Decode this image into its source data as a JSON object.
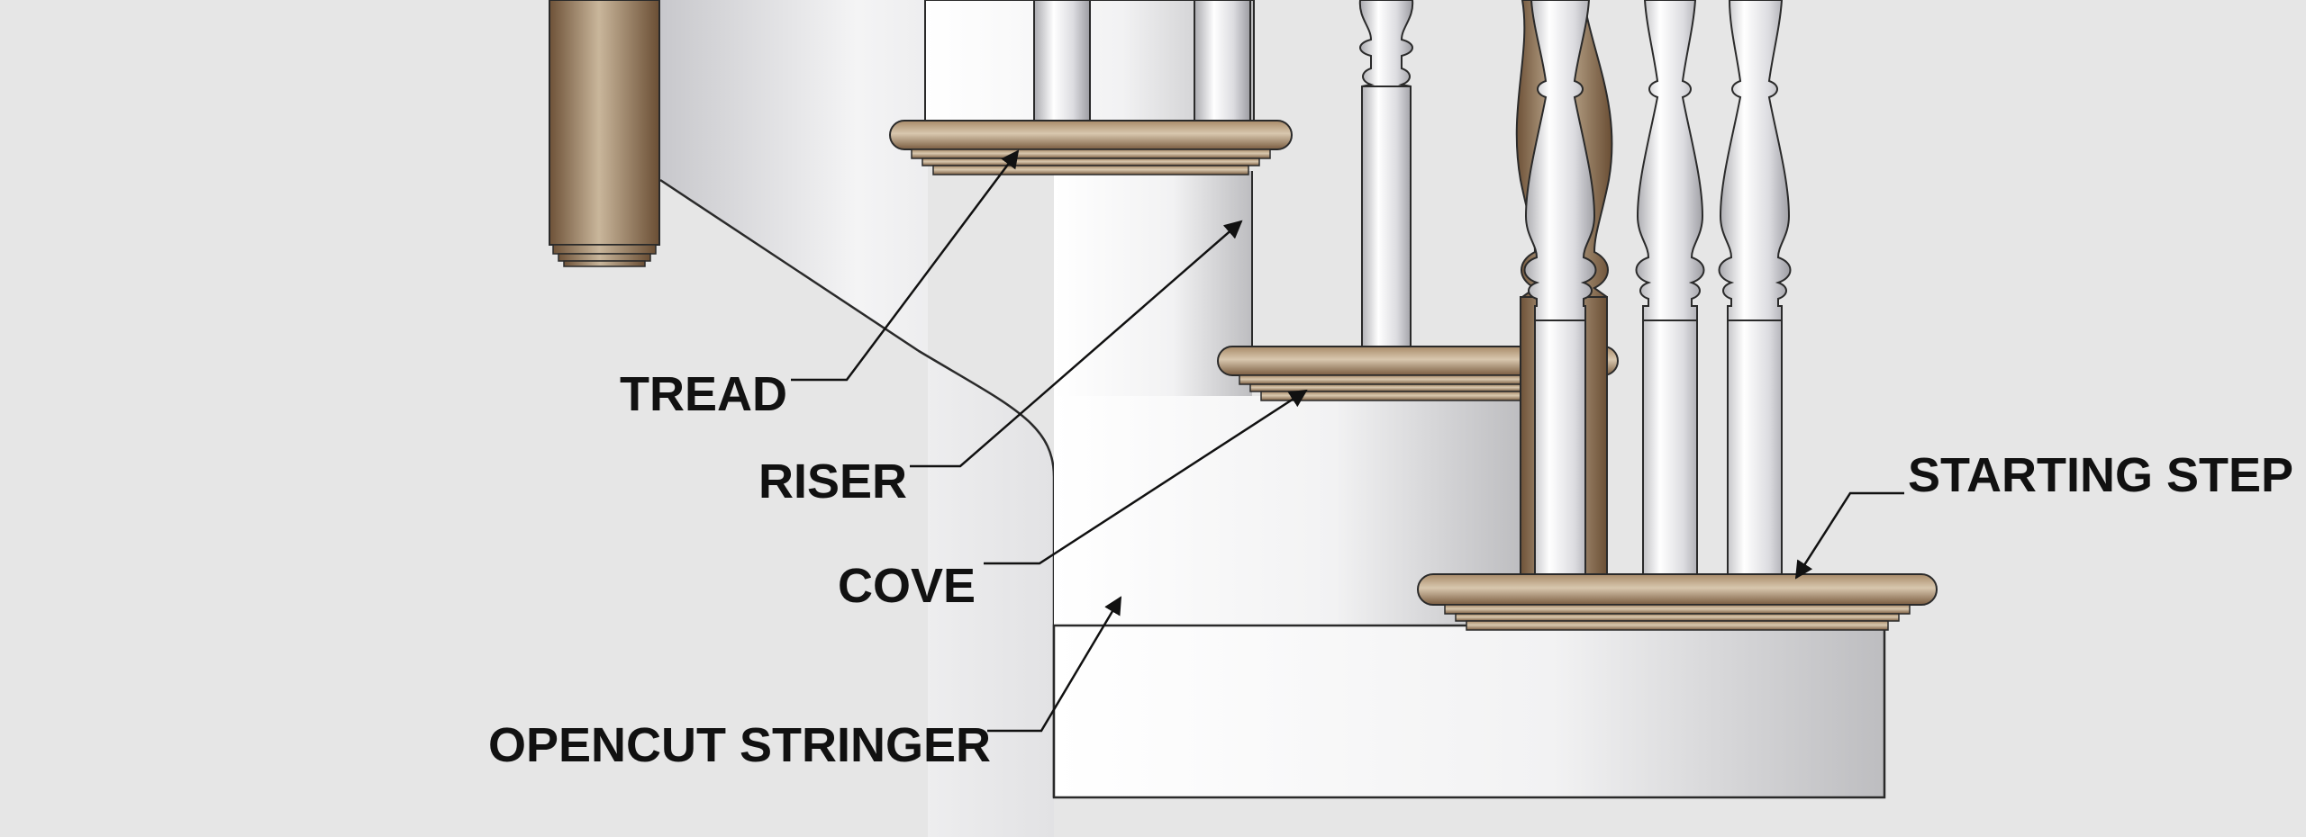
{
  "labels": {
    "tread": "TREAD",
    "riser": "RISER",
    "cove": "COVE",
    "opencut_stringer": "OPENCUT STRINGER",
    "starting_step": "STARTING STEP"
  },
  "colors": {
    "background": "#e6e6e6",
    "wood_dark": "#6e5238",
    "wood_mid": "#8e6e4e",
    "wood_light": "#c9b69b",
    "spindle_white": "#f2f2f4",
    "spindle_shade": "#b8b8bc",
    "outline": "#2a2a2a"
  }
}
